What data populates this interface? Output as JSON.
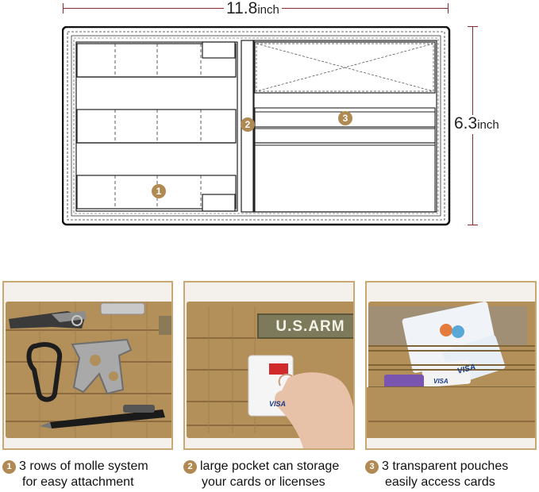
{
  "diagram": {
    "width_value": "11.8",
    "width_unit": "inch",
    "height_value": "6.3",
    "height_unit": "inch",
    "markers": [
      "1",
      "2",
      "3"
    ]
  },
  "photos": [
    {
      "id": 1,
      "patch_text": ""
    },
    {
      "id": 2,
      "patch_text": "U.S.ARM",
      "card_text": "VISA"
    },
    {
      "id": 3,
      "card_text_1": "VISA",
      "card_text_2": "VISA"
    }
  ],
  "captions": [
    {
      "badge": "1",
      "line1": "3 rows of  molle system",
      "line2": "for easy attachment"
    },
    {
      "badge": "2",
      "line1": "large pocket can storage",
      "line2": "your cards or licenses"
    },
    {
      "badge": "3",
      "line1": "3 transparent pouches",
      "line2": "easily access cards"
    }
  ],
  "colors": {
    "accent": "#b08a52",
    "dimension_line": "#8a2a2a",
    "fabric": "#b08f5a"
  }
}
